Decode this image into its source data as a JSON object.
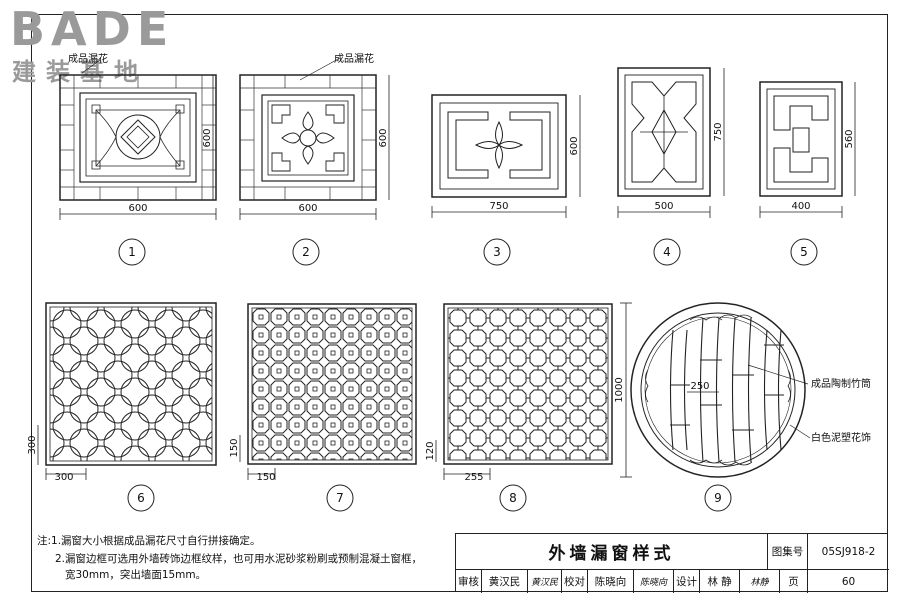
{
  "logo": {
    "brand_en": "BADE",
    "brand_cn": "建装基地"
  },
  "figures": [
    {
      "number": "1",
      "width_dim": "600",
      "height_dim": "600",
      "callout": "成品漏花"
    },
    {
      "number": "2",
      "width_dim": "600",
      "height_dim": "600",
      "callout": "成品漏花"
    },
    {
      "number": "3",
      "width_dim": "750",
      "height_dim": "600"
    },
    {
      "number": "4",
      "width_dim": "500",
      "height_dim": "750"
    },
    {
      "number": "5",
      "width_dim": "400",
      "height_dim": "560"
    },
    {
      "number": "6",
      "module_dim": "300",
      "module_dim_v": "300"
    },
    {
      "number": "7",
      "module_dim": "150",
      "module_dim_v": "150"
    },
    {
      "number": "8",
      "module_dim": "255",
      "module_dim_v": "120"
    },
    {
      "number": "9",
      "diameter_dim": "1000",
      "bamboo_spacing": "250",
      "callout_1": "成品陶制竹筒",
      "callout_2": "白色泥塑花饰"
    }
  ],
  "notes": {
    "line1": "注:1.漏窗大小根据成品漏花尺寸自行拼接确定。",
    "line2": "2.漏窗边框可选用外墙砖饰边框纹样，也可用水泥砂浆粉刷或预制混凝土窗框，",
    "line3": "宽30mm，突出墙面15mm。"
  },
  "title_block": {
    "title": "外墙漏窗样式",
    "atlas_label": "图集号",
    "atlas_no": "05SJ918-2",
    "review_label": "审核",
    "reviewer": "黄汉民",
    "reviewer_sign": "黄汉民",
    "check_label": "校对",
    "checker": "陈晓向",
    "checker_sign": "陈晓向",
    "design_label": "设计",
    "designer": "林 静",
    "designer_sign": "林静",
    "page_label": "页",
    "page_no": "60"
  }
}
